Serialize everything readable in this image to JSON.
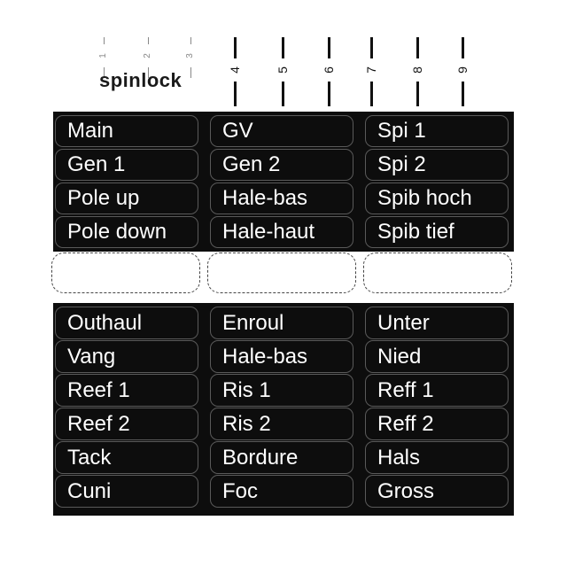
{
  "brand": "spinlock",
  "ticks": [
    "1",
    "2",
    "3",
    "4",
    "5",
    "6",
    "7",
    "8",
    "9"
  ],
  "top_panel": {
    "rows": [
      [
        "Main",
        "GV",
        "Spi 1"
      ],
      [
        "Gen 1",
        "Gen 2",
        "Spi 2"
      ],
      [
        "Pole up",
        "Hale-bas",
        "Spib hoch"
      ],
      [
        "Pole down",
        "Hale-haut",
        "Spib tief"
      ]
    ]
  },
  "bottom_panel": {
    "rows": [
      [
        "Outhaul",
        "Enroul",
        "Unter"
      ],
      [
        "Vang",
        "Hale-bas",
        "Nied"
      ],
      [
        "Reef 1",
        "Ris 1",
        "Reff 1"
      ],
      [
        "Reef 2",
        "Ris 2",
        "Reff 2"
      ],
      [
        "Tack",
        "Bordure",
        "Hals"
      ],
      [
        "Cuni",
        "Foc",
        "Gross"
      ]
    ]
  },
  "colors": {
    "panel": "#0d0d0d",
    "text": "#ffffff",
    "background": "#ffffff"
  }
}
